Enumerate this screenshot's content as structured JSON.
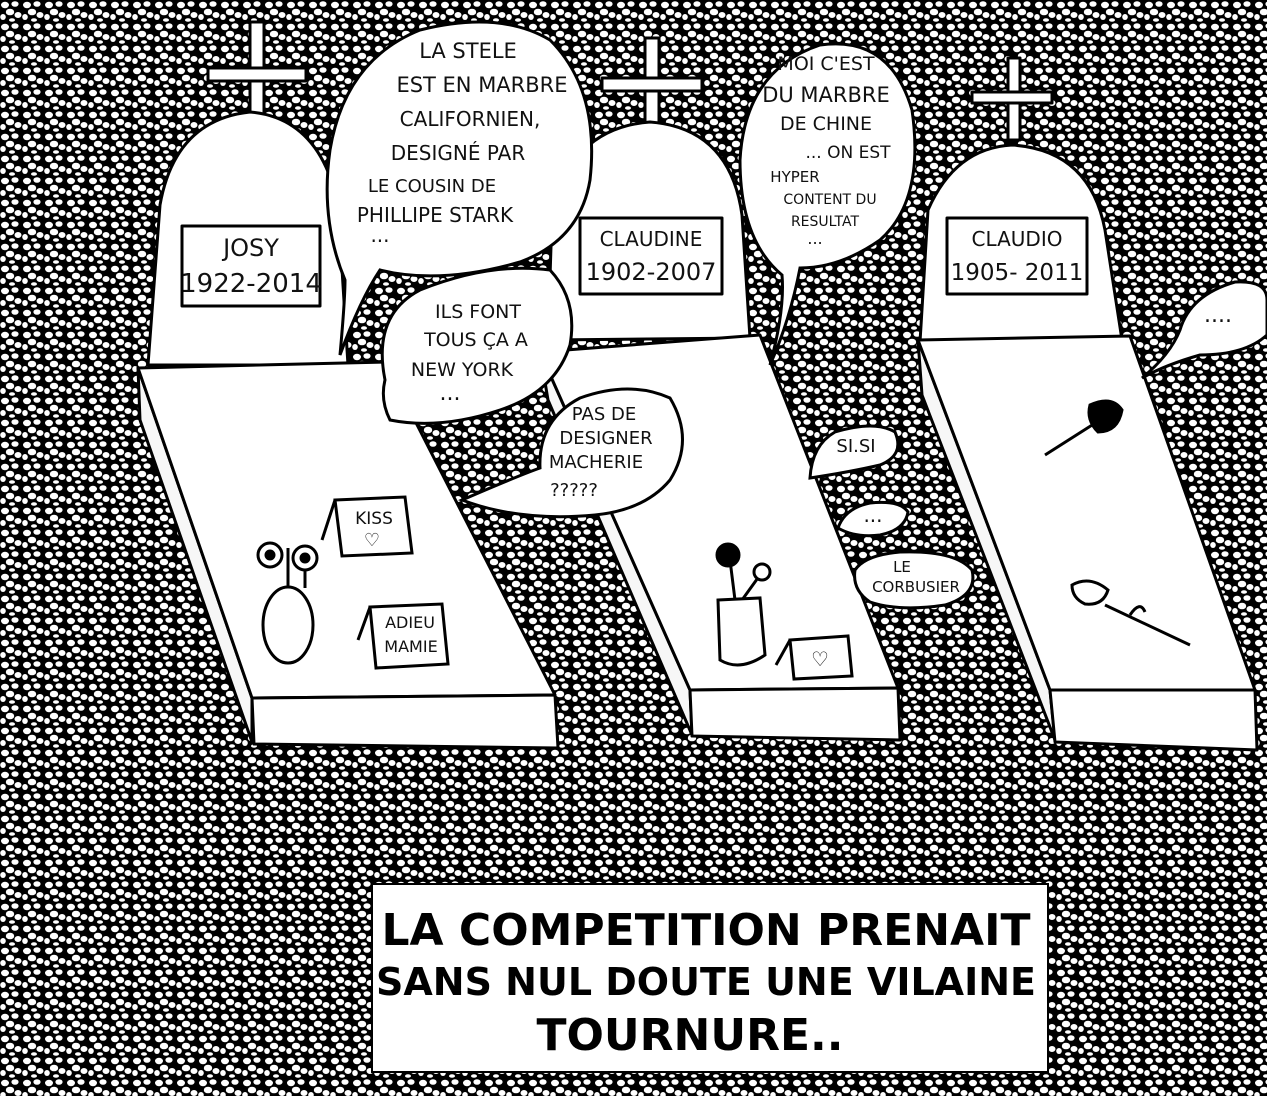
{
  "colors": {
    "ink": "#000000",
    "paper": "#ffffff"
  },
  "graves": [
    {
      "name": "JOSY",
      "dates": "1922-2014"
    },
    {
      "name": "CLAUDINE",
      "dates": "1902-2007"
    },
    {
      "name": "CLAUDIO",
      "dates": "1905- 2011"
    }
  ],
  "bubbles": {
    "stele": [
      "LA STELE",
      "EST EN MARBRE",
      "CALIFORNIEN,",
      "DESIGNÉ PAR",
      "LE COUSIN DE",
      "PHILLIPE STARK",
      "..."
    ],
    "chine": [
      "MOI C'EST",
      "DU MARBRE",
      "DE CHINE",
      "... ON EST",
      "HYPER",
      "CONTENT DU",
      "RESULTAT",
      "..."
    ],
    "newyork": [
      "ILS FONT",
      "TOUS ÇA A",
      "NEW YORK",
      "..."
    ],
    "designer": [
      "PAS DE",
      "DESIGNER",
      "MACHERIE",
      "?????"
    ],
    "sisi": "SI.SI",
    "dots_small": "...",
    "dots_right": "....",
    "corbusier": [
      "LE",
      "CORBUSIER"
    ]
  },
  "plaques": {
    "kiss": "KISS",
    "adieu": [
      "ADIEU",
      "MAMIE"
    ],
    "heart": "♡"
  },
  "caption": [
    "LA COMPETITION PRENAIT",
    "SANS NUL DOUTE UNE VILAINE",
    "TOURNURE.."
  ]
}
